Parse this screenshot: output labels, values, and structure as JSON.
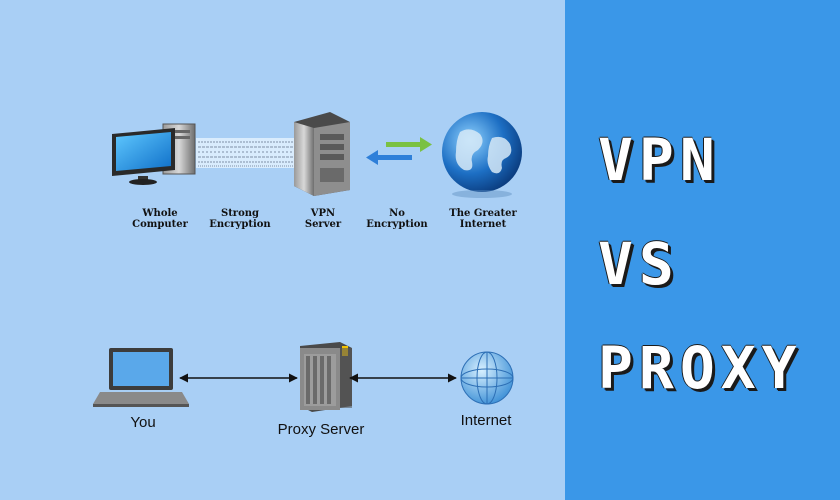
{
  "vpn_diagram": {
    "labels": {
      "whole_computer": "Whole\nComputer",
      "strong_encryption": "Strong\nEncryption",
      "vpn_server": "VPN\nServer",
      "no_encryption": "No\nEncryption",
      "greater_internet": "The Greater\nInternet"
    }
  },
  "proxy_diagram": {
    "labels": {
      "you": "You",
      "proxy_server": "Proxy Server",
      "internet": "Internet"
    }
  },
  "title": {
    "line1": "VPN",
    "line2": "VS",
    "line3": "PROXY"
  },
  "colors": {
    "left_background": "#a9cff5",
    "right_background": "#3a97e8",
    "title_text": "#ffffff",
    "arrow_green": "#7ac143",
    "arrow_blue": "#2e7fd9"
  },
  "icons": {
    "computer": "desktop-computer-icon",
    "vpn_server": "server-tower-icon",
    "globe": "globe-icon",
    "laptop": "laptop-icon",
    "proxy_server": "proxy-server-icon",
    "internet": "internet-globe-icon"
  }
}
